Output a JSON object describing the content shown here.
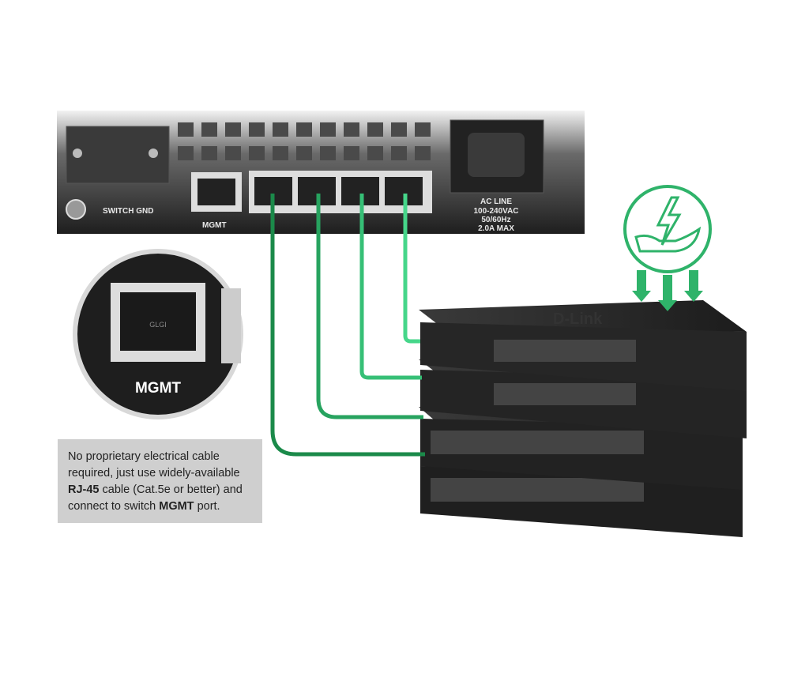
{
  "rear_panel": {
    "gnd_label": "SWITCH GND",
    "mgmt_label": "MGMT",
    "ac_lines": [
      "AC LINE",
      "100-240VAC",
      "50/60Hz",
      "2.0A MAX"
    ]
  },
  "zoom_inset": {
    "port_label": "MGMT",
    "jack_text": "GLGI"
  },
  "caption": {
    "line1": "No proprietary electrical cable",
    "line2": "required, just use widely-available",
    "line3_bold": "RJ-45",
    "line3_rest": " cable (Cat.5e or better) and",
    "line4_pre": "connect to switch ",
    "line4_bold": "MGMT",
    "line4_post": " port."
  },
  "switch_logo": "D-Link",
  "colors": {
    "cable_light": "#3fd183",
    "cable_dark": "#1b8a4a",
    "panel": "#2a2a2a",
    "caption_bg": "#cfcfcf",
    "eco_green": "#2fb36a"
  },
  "icons": [
    "power-hand-icon",
    "down-arrows-icon"
  ]
}
